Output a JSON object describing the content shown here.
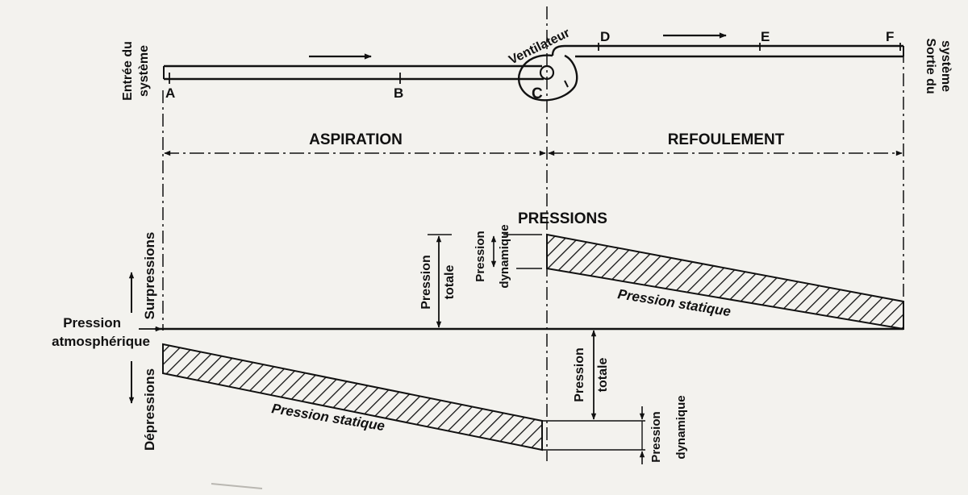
{
  "diagram": {
    "points": {
      "a": "A",
      "b": "B",
      "c": "C",
      "d": "D",
      "e": "E",
      "f": "F"
    },
    "system_entry": [
      "Entrée du",
      "système"
    ],
    "system_exit": [
      "Sortie du",
      "système"
    ],
    "fan": "Ventilateur",
    "zones": {
      "suction": "ASPIRATION",
      "discharge": "REFOULEMENT"
    },
    "chart_title": "PRESSIONS",
    "axis": {
      "overpressure": "Surpressions",
      "depression": "Dépressions",
      "atmospheric": [
        "Pression",
        "atmosphérique"
      ]
    },
    "measures": {
      "total_pressure": [
        "Pression",
        "totale"
      ],
      "dynamic_pressure": [
        "Pression",
        "dynamique"
      ],
      "static_pressure": "Pression statique"
    }
  }
}
